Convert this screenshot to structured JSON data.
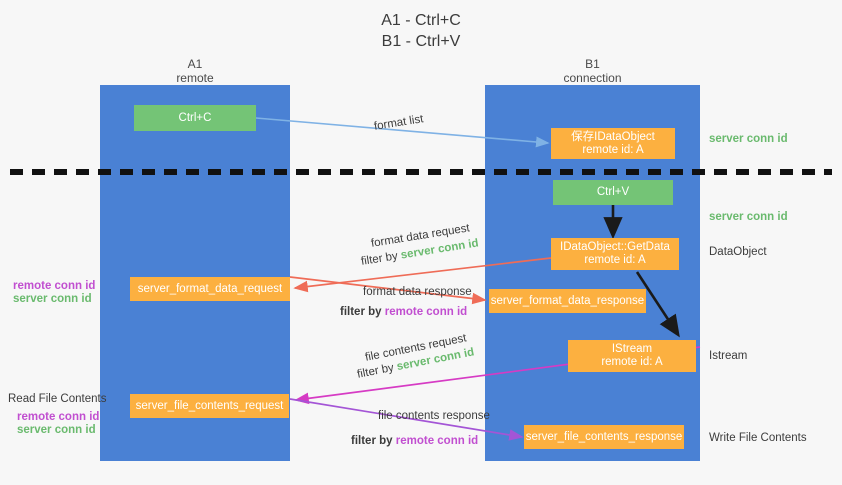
{
  "title": {
    "line1": "A1 - Ctrl+C",
    "line2": "B1 - Ctrl+V"
  },
  "colors": {
    "lane": "#4a81d4",
    "green_box": "#74c476",
    "orange_box": "#fcb040",
    "server_conn_id": "#6aba6e",
    "remote_conn_id": "#c14fd0",
    "arrow_blue": "#7fb2e5",
    "arrow_red": "#ef6c57",
    "arrow_magenta": "#d63bc4",
    "arrow_purple": "#a455d6",
    "arrow_black": "#1a1a1a",
    "background": "#f7f7f7"
  },
  "lanes": [
    {
      "id": "a1",
      "title": "A1",
      "subtitle": "remote"
    },
    {
      "id": "b1",
      "title": "B1",
      "subtitle": "connection"
    }
  ],
  "boxes": {
    "ctrl_c": {
      "label": "Ctrl+C",
      "kind": "green"
    },
    "ctrl_v": {
      "label": "Ctrl+V",
      "kind": "green"
    },
    "idataobject": {
      "line1": "保存IDataObject",
      "line2": "remote id: A",
      "kind": "orange"
    },
    "getdata": {
      "line1": "IDataObject::GetData",
      "line2": "remote id: A",
      "kind": "orange"
    },
    "istream": {
      "line1": "IStream",
      "line2": "remote id: A",
      "kind": "orange"
    },
    "server_format_data_request": {
      "label": "server_format_data_request",
      "kind": "orange"
    },
    "server_format_data_response": {
      "label": "server_format_data_response",
      "kind": "orange"
    },
    "server_file_contents_request": {
      "label": "server_file_contents_request",
      "kind": "orange"
    },
    "server_file_contents_response": {
      "label": "server_file_contents_response",
      "kind": "orange"
    }
  },
  "arrow_labels": {
    "format_list": "format list",
    "format_data_request": "format data request",
    "format_data_request_filter_prefix": "filter by",
    "format_data_request_filter_value": "server conn id",
    "format_data_response": "format data response",
    "format_data_response_filter_prefix": "filter by",
    "format_data_response_filter_value": "remote conn id",
    "file_contents_request": "file contents request",
    "file_contents_request_filter_prefix": "filter by",
    "file_contents_request_filter_value": "server conn id",
    "file_contents_response": "file contents response",
    "file_contents_response_filter_prefix": "filter by",
    "file_contents_response_filter_value": "remote conn id"
  },
  "side_labels": {
    "right_server_conn_id_top": "server conn id",
    "right_server_conn_id_mid": "server conn id",
    "right_dataobject": "DataObject",
    "right_istream": "Istream",
    "right_write_file_contents": "Write File Contents",
    "left_remote_conn_id_1": "remote conn id",
    "left_server_conn_id_1": "server conn id",
    "left_read_file_contents": "Read File Contents",
    "left_remote_conn_id_2": "remote conn id",
    "left_server_conn_id_2": "server conn id"
  }
}
